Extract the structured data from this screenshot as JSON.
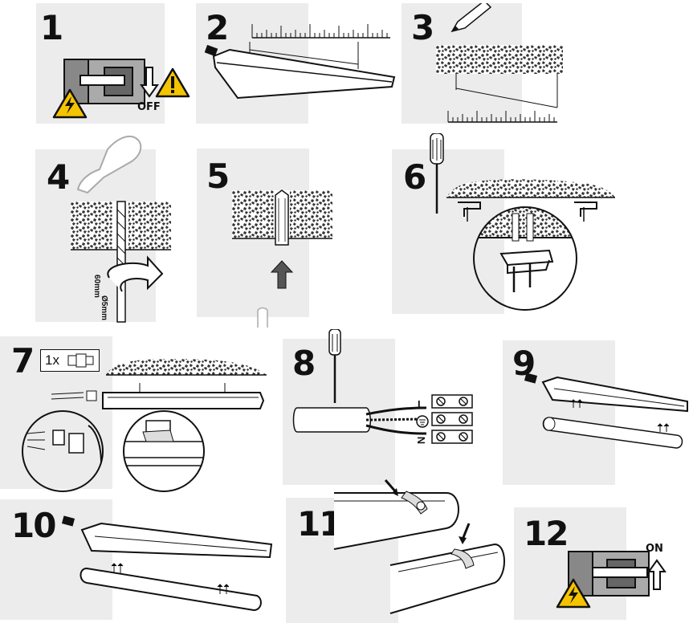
{
  "steps": {
    "s1": {
      "number": "1",
      "label": "OFF"
    },
    "s2": {
      "number": "2"
    },
    "s3": {
      "number": "3"
    },
    "s4": {
      "number": "4",
      "depth": "60mm",
      "diameter": "Ø5mm"
    },
    "s5": {
      "number": "5"
    },
    "s6": {
      "number": "6"
    },
    "s7": {
      "number": "7",
      "qty": "1x"
    },
    "s8": {
      "number": "8",
      "terminals": [
        "L",
        "N",
        "⏚"
      ]
    },
    "s9": {
      "number": "9"
    },
    "s10": {
      "number": "10"
    },
    "s11": {
      "number": "11"
    },
    "s12": {
      "number": "12",
      "label": "ON"
    }
  },
  "colors": {
    "panel_bg": "#ececec",
    "ink": "#111111",
    "warning": "#f5c400",
    "concrete": "#555555"
  },
  "icons": [
    "warning-icon",
    "switch-icon",
    "arrow-down-icon",
    "arrow-up-icon",
    "pencil-icon",
    "ruler-icon",
    "drill-icon",
    "dowel-icon",
    "screwdriver-icon",
    "clip-icon",
    "cable-gland-icon",
    "terminal-block-icon",
    "lamp-body-icon",
    "diffuser-icon"
  ]
}
